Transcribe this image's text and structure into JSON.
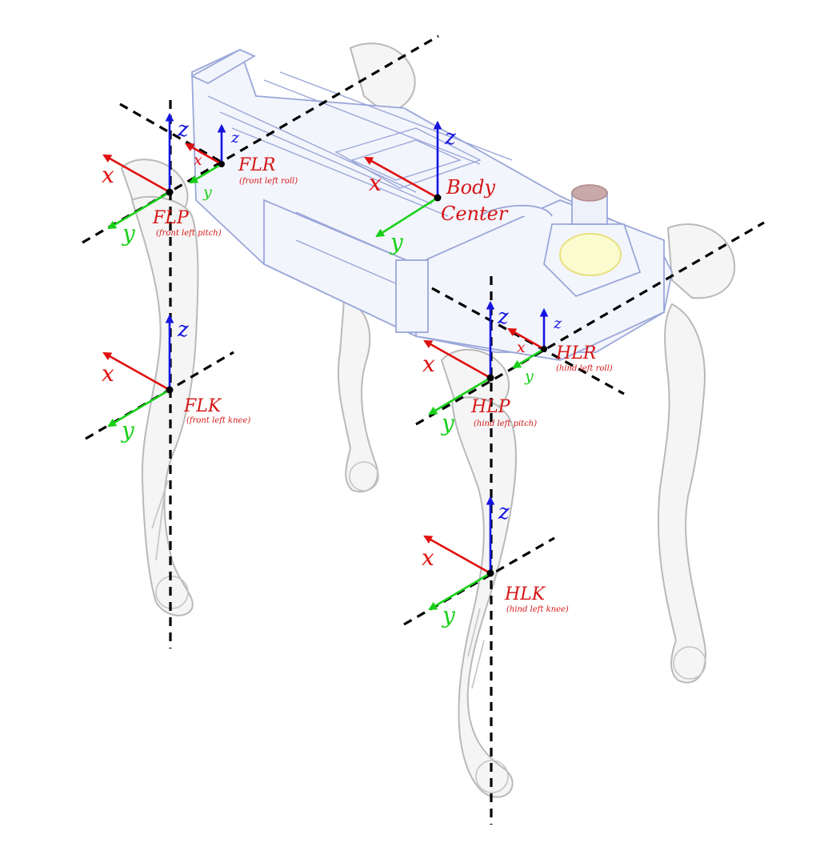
{
  "axis_labels": {
    "x": "x",
    "y": "y",
    "z": "z"
  },
  "colors": {
    "x_axis": "#e01010",
    "y_axis": "#18d018",
    "z_axis": "#1414e0",
    "frame_label": "#d51616",
    "joint_axis_line": "#000000",
    "robot_outline": "#9aa7d8",
    "leg_outline": "#b9b9b9"
  },
  "frames": {
    "body": {
      "name_line1": "Body",
      "name_line2": "Center"
    },
    "flp": {
      "name": "FLP",
      "desc": "(front left pitch)"
    },
    "flr": {
      "name": "FLR",
      "desc": "(front left roll)"
    },
    "flk": {
      "name": "FLK",
      "desc": "(front left knee)"
    },
    "hlp": {
      "name": "HLP",
      "desc": "(hind left pitch)"
    },
    "hlr": {
      "name": "HLR",
      "desc": "(hind left roll)"
    },
    "hlk": {
      "name": "HLK",
      "desc": "(hind left knee)"
    }
  }
}
